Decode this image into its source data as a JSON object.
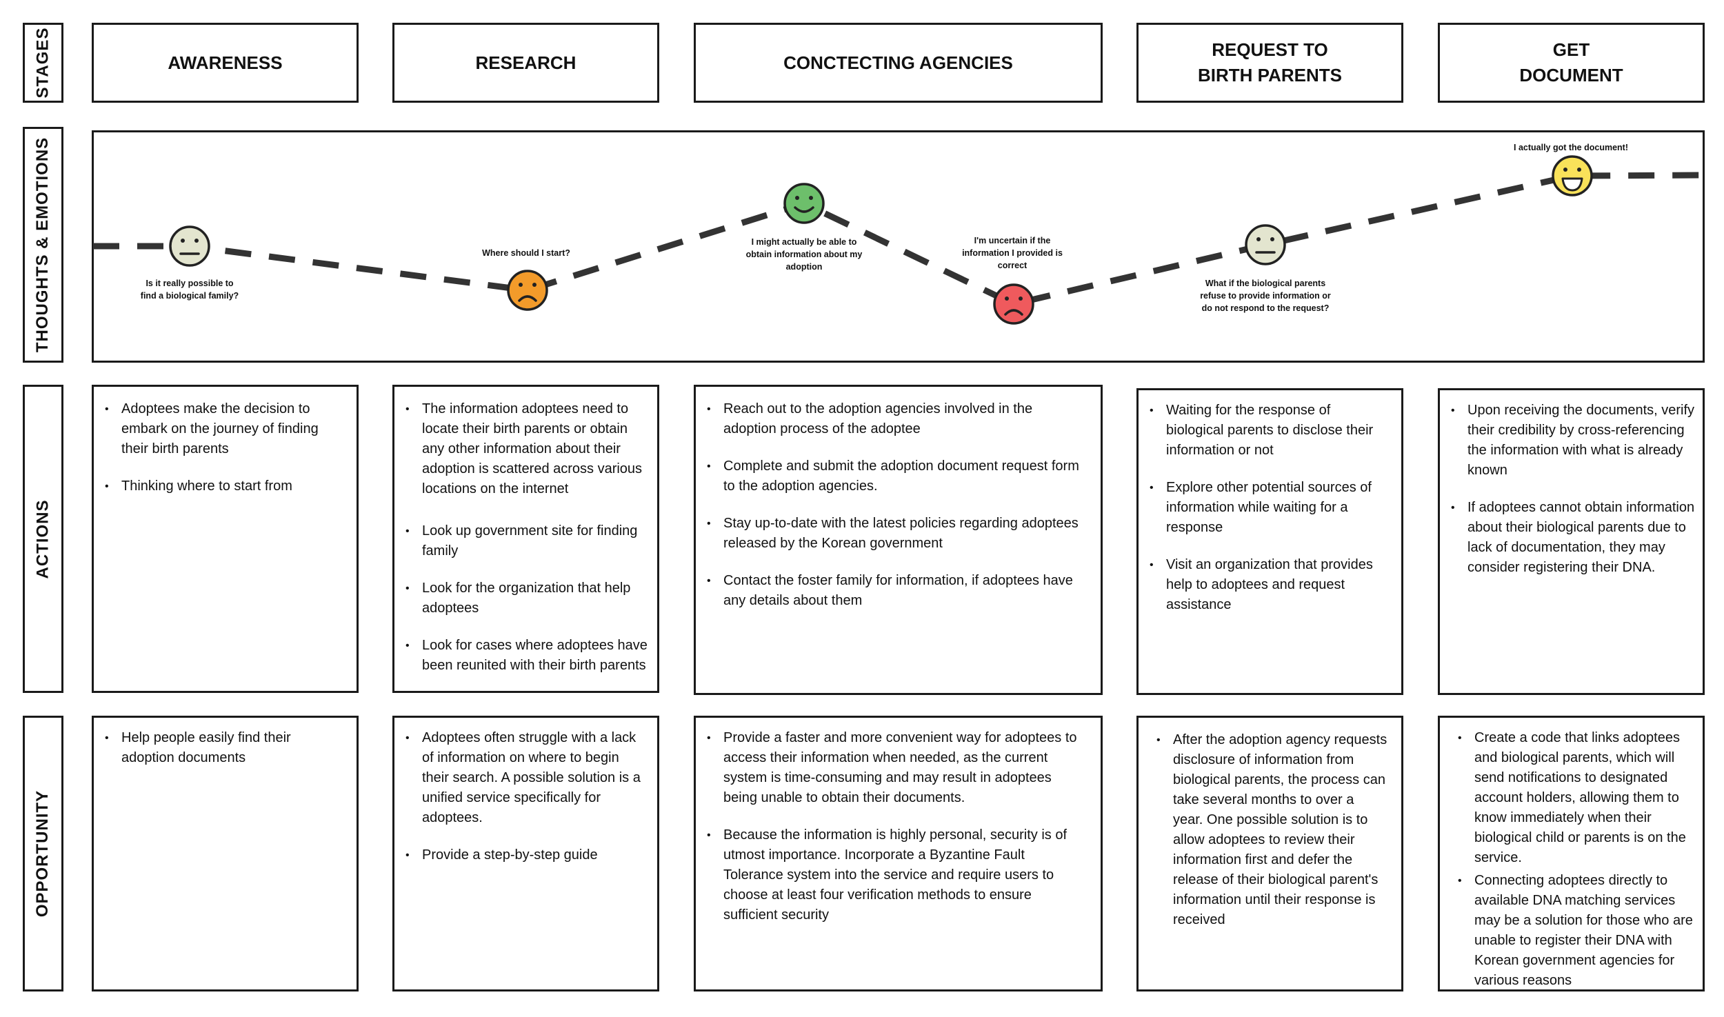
{
  "row_labels": {
    "stages": "STAGES",
    "thoughts": "THOUGHTS & EMOTIONS",
    "actions": "ACTIONS",
    "opportunity": "OPPORTUNITY"
  },
  "stages": [
    {
      "title": "AWARENESS"
    },
    {
      "title": "RESEARCH"
    },
    {
      "title": "CONCTECTING AGENCIES"
    },
    {
      "title": "REQUEST TO BIRTH PARENTS"
    },
    {
      "title": "GET DOCUMENT"
    }
  ],
  "emotions": [
    {
      "mood": "neutral",
      "color": "#e3e5cf",
      "text": "Is it really possible to find a biological family?"
    },
    {
      "mood": "sad",
      "color": "#f39b2a",
      "text": "Where should I start?"
    },
    {
      "mood": "happy",
      "color": "#6dbf6b",
      "text": "I might actually be able to obtain information about my adoption"
    },
    {
      "mood": "sad",
      "color": "#ef5a5d",
      "text": "I'm uncertain if the information I provided is correct"
    },
    {
      "mood": "neutral",
      "color": "#e3e5cf",
      "text": "What if the biological parents refuse to provide information or do not respond to the request?"
    },
    {
      "mood": "very-happy",
      "color": "#f9e25a",
      "text": "I actually got the document!"
    }
  ],
  "actions": [
    [
      "Adoptees  make the decision to embark on the journey of finding their birth parents",
      "Thinking where to start from"
    ],
    [
      "The information adoptees need to locate their birth parents or obtain any other information about their adoption is scattered across various locations on the internet",
      "Look up government site for finding family",
      "Look for the organization that help adoptees",
      "Look for cases where adoptees have been reunited with their birth parents"
    ],
    [
      "Reach out to the adoption agencies involved in the adoption process of the adoptee",
      "Complete and submit the adoption document request form to the adoption agencies.",
      "Stay up-to-date with the latest policies regarding adoptees released by the Korean government",
      "Contact the foster family for information, if adoptees have any details about them"
    ],
    [
      "Waiting for the response of biological parents to disclose their information or not",
      "Explore other potential sources of information while waiting for a response",
      "Visit an organization that provides help to adoptees and request assistance"
    ],
    [
      "Upon receiving the documents, verify their credibility by cross-referencing the information with what is already known",
      "If adoptees cannot obtain information about their biological parents due to lack of documentation, they may consider registering their DNA."
    ]
  ],
  "opportunity": [
    [
      "Help people easily find their adoption documents"
    ],
    [
      "Adoptees often struggle with a lack of information on where to begin their search. A possible solution is a unified service specifically for adoptees.",
      "Provide a step-by-step guide"
    ],
    [
      "Provide a faster and more convenient way for adoptees to access their information when needed, as the current system is time-consuming and may result in adoptees being unable to obtain their documents.",
      "Because the information is highly personal, security is of utmost importance. Incorporate a Byzantine Fault Tolerance system into the service and require users to choose at least four verification methods to ensure sufficient security"
    ],
    [
      "After the adoption agency requests disclosure of information from biological parents, the process can take several months to over a year. One possible solution is to allow adoptees to review their information first and defer the release of their biological parent's information until their response is received"
    ],
    [
      "Create a code that links adoptees and biological parents, which will send notifications to designated account holders, allowing them to know immediately when their biological child or parents is on the service.",
      "Connecting adoptees directly to available DNA matching services may be a solution for those who are unable to register their DNA with Korean government agencies for various reasons"
    ]
  ]
}
